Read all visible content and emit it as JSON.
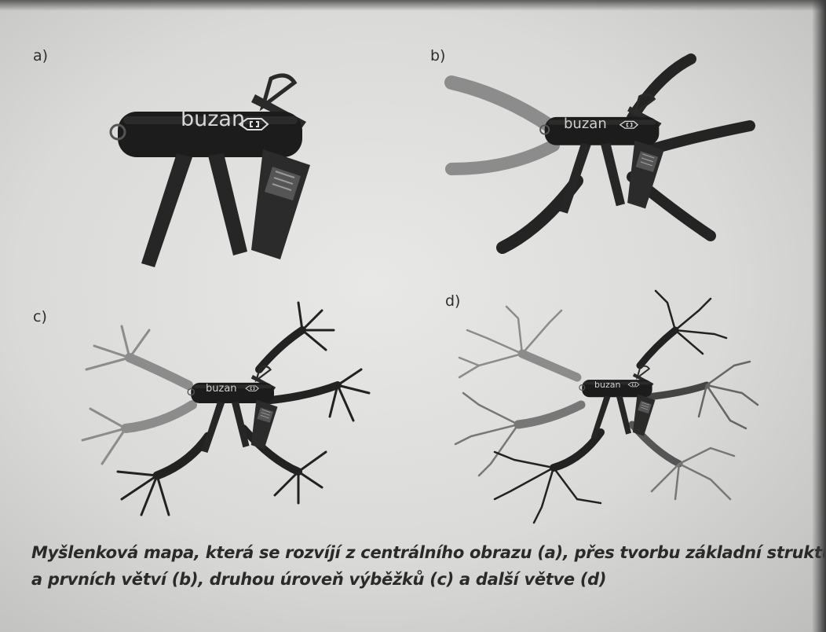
{
  "panels": {
    "a": {
      "label": "a)",
      "brand": "buzan"
    },
    "b": {
      "label": "b)",
      "brand": "buzan"
    },
    "c": {
      "label": "c)",
      "brand": "buzan"
    },
    "d": {
      "label": "d)",
      "brand": "buzan"
    }
  },
  "caption": {
    "line1": "Myšlenková mapa, která se rozvíjí z centrálního obrazu (a), přes tvorbu základní struktury",
    "line2": "a prvních větví (b), druhou úroveň výběžků (c) a další větve (d)"
  },
  "colors": {
    "paper": "#e2e2e0",
    "knife": "#1c1c1c",
    "branch_dark": "#222222",
    "branch_light": "#8a8a8a"
  }
}
